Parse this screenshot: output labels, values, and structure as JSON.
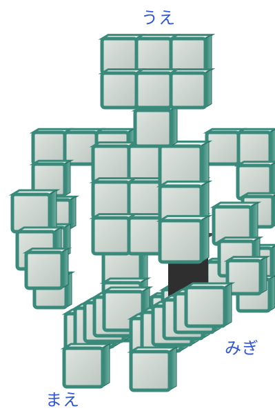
{
  "labels": {
    "ue": "うえ",
    "migi": "みぎ",
    "mae": "まえ"
  },
  "colors": {
    "label": "#2f56d8",
    "cube_face": "#d3d9d4",
    "cube_face_shade": "#b9c3bd",
    "cube_edge": "#3a8a7b",
    "cube_edge_dark": "#25685c",
    "dark_block": "#2f2f2f",
    "background": "#ffffff"
  }
}
